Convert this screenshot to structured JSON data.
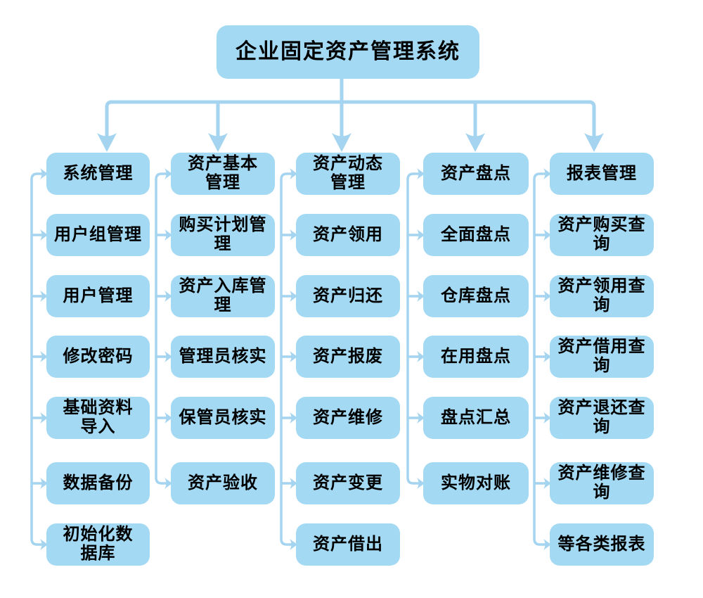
{
  "diagram": {
    "title": "企业固定资产管理系统",
    "columns": [
      {
        "header": "系统管理",
        "items": [
          "用户组管理",
          "用户管理",
          "修改密码",
          "基础资料\n导入",
          "数据备份",
          "初始化数\n据库"
        ]
      },
      {
        "header": "资产基本\n管理",
        "items": [
          "购买计划管理",
          "资产入库管理",
          "管理员核实",
          "保管员核实",
          "资产验收"
        ]
      },
      {
        "header": "资产动态\n管理",
        "items": [
          "资产领用",
          "资产归还",
          "资产报废",
          "资产维修",
          "资产变更",
          "资产借出"
        ]
      },
      {
        "header": "资产盘点",
        "items": [
          "全面盘点",
          "仓库盘点",
          "在用盘点",
          "盘点汇总",
          "实物对账"
        ]
      },
      {
        "header": "报表管理",
        "items": [
          "资产购买查询",
          "资产领用查询",
          "资产借用查询",
          "资产退还查询",
          "资产维修查询",
          "等各类报表"
        ]
      }
    ],
    "colors": {
      "box_fill": "#A3D9F3",
      "connector": "#A4D4EF",
      "text": "#000000",
      "background": "#FFFFFF"
    }
  }
}
